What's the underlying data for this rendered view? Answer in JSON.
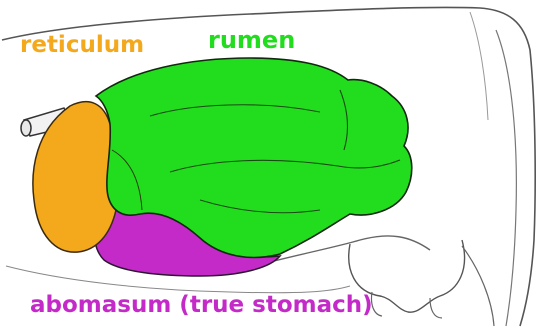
{
  "labels": {
    "reticulum": "reticulum",
    "rumen": "rumen",
    "abomasum": "abomasum (true stomach)"
  },
  "colors": {
    "reticulum": "#f4a81c",
    "rumen": "#22dd1e",
    "abomasum": "#c42ac8",
    "outline": "#222222",
    "background": "#ffffff"
  }
}
